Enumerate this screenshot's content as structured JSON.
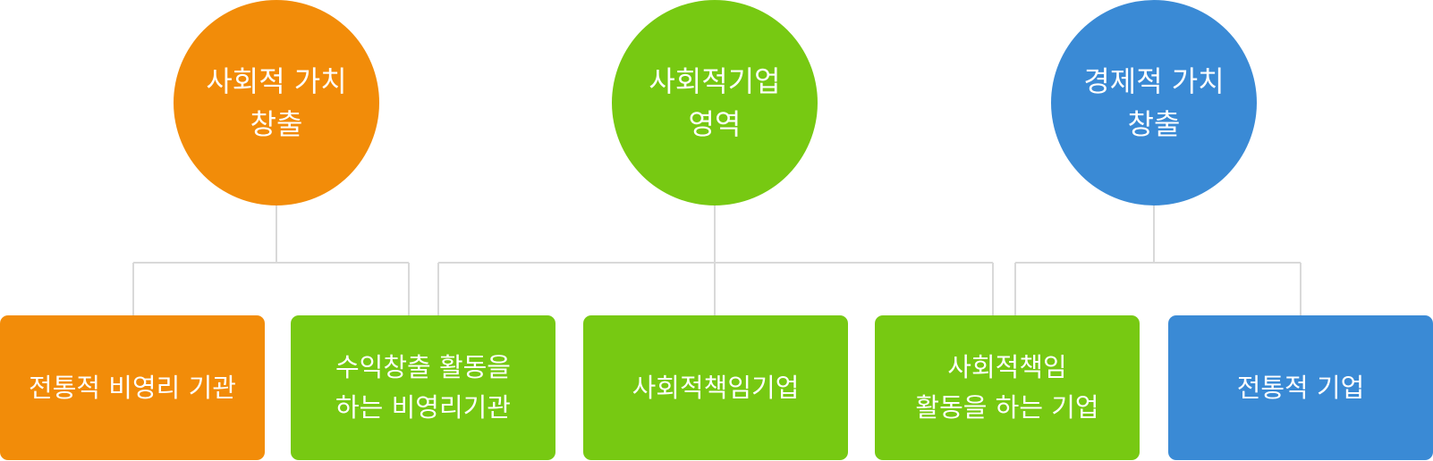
{
  "colors": {
    "orange": "#f28c09",
    "green": "#77c912",
    "blue": "#3a8ad5",
    "connector": "#d9d9d9"
  },
  "circles": [
    {
      "label": "사회적 가치\n창출"
    },
    {
      "label": "사회적기업\n영역"
    },
    {
      "label": "경제적 가치\n창출"
    }
  ],
  "boxes": [
    {
      "label": "전통적 비영리 기관"
    },
    {
      "label": "수익창출 활동을\n하는 비영리기관"
    },
    {
      "label": "사회적책임기업"
    },
    {
      "label": "사회적책임\n활동을 하는 기업"
    },
    {
      "label": "전통적 기업"
    }
  ]
}
